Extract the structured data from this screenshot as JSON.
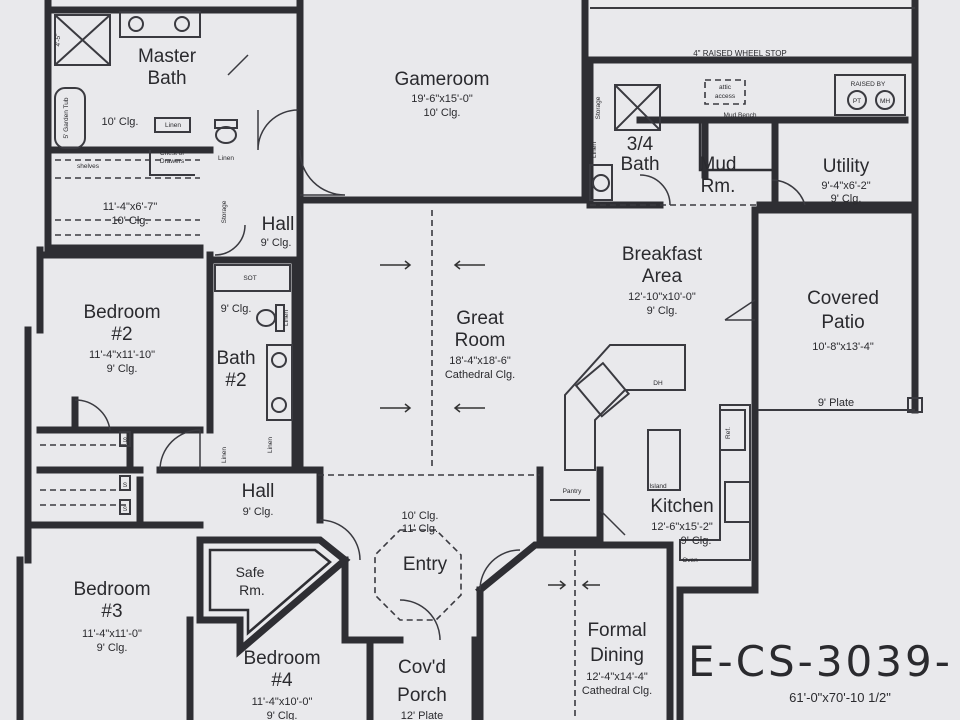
{
  "rooms": {
    "master_bath": {
      "name_1": "Master",
      "name_2": "Bath",
      "ceiling": "10' Clg."
    },
    "master_closet": {
      "dims": "11'-4\"x6'-7\"",
      "ceiling": "10' Clg."
    },
    "gameroom": {
      "name": "Gameroom",
      "dims": "19'-6\"x15'-0\"",
      "ceiling": "10' Clg."
    },
    "bath_34": {
      "name_1": "3/4",
      "name_2": "Bath"
    },
    "mud_room": {
      "name_1": "Mud",
      "name_2": "Rm."
    },
    "utility": {
      "name": "Utility",
      "dims": "9'-4\"x6'-2\"",
      "ceiling": "9' Clg."
    },
    "hall_upper": {
      "name": "Hall",
      "ceiling": "9' Clg."
    },
    "breakfast": {
      "name_1": "Breakfast",
      "name_2": "Area",
      "dims": "12'-10\"x10'-0\"",
      "ceiling": "9' Clg."
    },
    "covered_patio": {
      "name_1": "Covered",
      "name_2": "Patio",
      "dims": "10'-8\"x13'-4\"",
      "plate": "9' Plate"
    },
    "bedroom_2": {
      "name_1": "Bedroom",
      "name_2": "#2",
      "dims": "11'-4\"x11'-10\"",
      "ceiling": "9' Clg."
    },
    "bath_2": {
      "name_1": "Bath",
      "name_2": "#2",
      "ceiling": "9' Clg."
    },
    "great_room": {
      "name_1": "Great",
      "name_2": "Room",
      "dims": "18'-4\"x18'-6\"",
      "ceiling": "Cathedral Clg."
    },
    "kitchen": {
      "name": "Kitchen",
      "dims": "12'-6\"x15'-2\"",
      "ceiling": "9' Clg."
    },
    "hall_lower": {
      "name": "Hall",
      "ceiling": "9' Clg."
    },
    "entry": {
      "name": "Entry",
      "ceiling_1": "10' Clg.",
      "ceiling_2": "11' Clg."
    },
    "bedroom_3": {
      "name_1": "Bedroom",
      "name_2": "#3",
      "dims": "11'-4\"x11'-0\"",
      "ceiling": "9' Clg."
    },
    "safe_room": {
      "name_1": "Safe",
      "name_2": "Rm."
    },
    "bedroom_4": {
      "name_1": "Bedroom",
      "name_2": "#4",
      "dims": "11'-4\"x10'-0\"",
      "ceiling": "9' Clg."
    },
    "covd_porch": {
      "name_1": "Cov'd",
      "name_2": "Porch",
      "plate": "12' Plate"
    },
    "formal_dining": {
      "name_1": "Formal",
      "name_2": "Dining",
      "dims": "12'-4\"x14'-4\"",
      "ceiling": "Cathedral Clg."
    }
  },
  "labels": {
    "wheel_stop": "4\" RAISED WHEEL STOP",
    "raised_by": "RAISED BY",
    "pt": "PT",
    "mh": "MH",
    "attic_access_1": "attic",
    "attic_access_2": "access",
    "mud_bench": "Mud Bench",
    "storage_1": "Storage",
    "storage_2": "Storage",
    "linen_1": "Linen",
    "linen_2": "Linen",
    "linen_3": "Linen",
    "linen_4": "Linen",
    "linen_5": "Linen",
    "linen_6": "Linen",
    "shelves": "shelves",
    "chest_1": "Chest of",
    "chest_2": "Drawers",
    "garden_tub": "5' Garden Tub",
    "dim_45": "4'-5\"",
    "sot": "SOT",
    "dh": "DH",
    "island": "Island",
    "pantry": "Pantry",
    "oven": "Oven",
    "ref": "Ref.",
    "s1": "S",
    "s2": "S",
    "s3": "S"
  },
  "plan": {
    "id": "E-CS-3039-",
    "overall": "61'-0\"x70'-10 1/2\""
  }
}
